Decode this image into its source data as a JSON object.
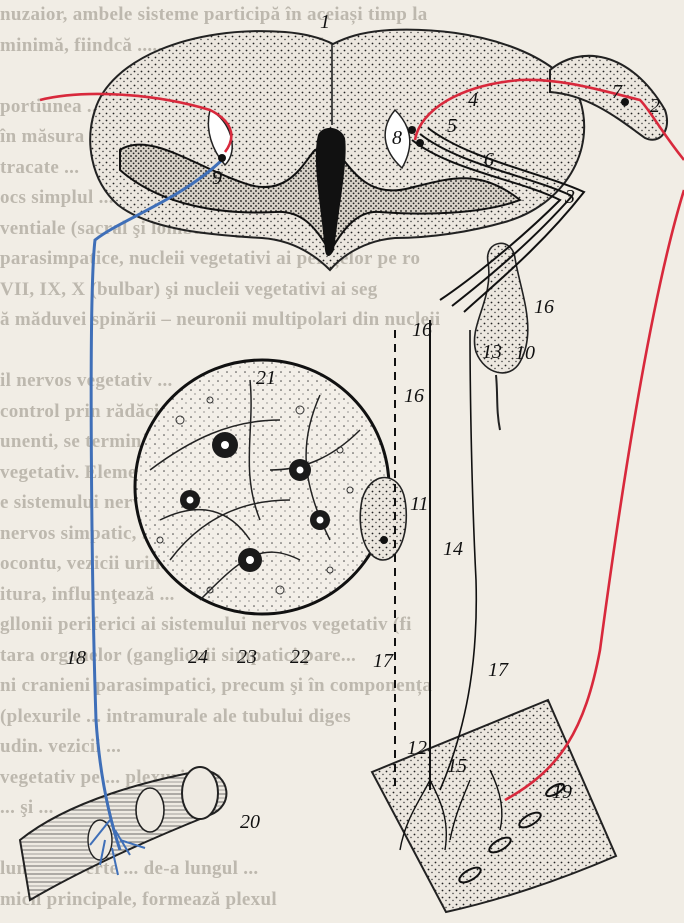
{
  "background_text": [
    "nuzaior, ambele sisteme participă în aceiași timp la",
    "minimă, fiindcă ....................... comanda",
    "",
    "portiunea ................................",
    "în măsura ...",
    "tracate ...",
    "ocs simplul ...",
    "ventiale (sacral şi lombar superior ale măduvei spina",
    "parasimpatice, nucleii vegetativi ai perețelor pe ro",
    "VII, IX, X (bulbar) şi nucleii vegetativi ai seg",
    "ă măduvei spinării – neuronii multipolari din nucleii",
    "",
    "il nervos vegetativ ...",
    "control prin rădăcinile ...",
    "unenti, se termină ...",
    "vegetativ. Elementele ...",
    "e sistemului nervos ...",
    "nervos simpatic, ...",
    "ocontu, vezicii urinare ...",
    "itura, influenţează ...",
    "gllonii periferici ai sistemului nervos vegetativ (fi",
    "tara organelor (ganglionii simpatici pare...",
    "ni cranieni parasimpatici, precum şi în componența",
    "(plexurile ... intramurale ale tubului diges",
    "udin. vezicii ...",
    "vegetativ pe ... plexuri alte",
    "... şi ...",
    "",
    "lunia preverte ... de-a lungul ...",
    "micii principale, formează plexul"
  ],
  "labels": {
    "n1": "1",
    "n2": "2",
    "n3": "3",
    "n4": "4",
    "n5": "5",
    "n6": "6",
    "n7": "7",
    "n8": "8",
    "n9": "9",
    "n10": "10",
    "n11": "11",
    "n12": "12",
    "n13": "13",
    "n14": "14",
    "n15": "15",
    "n16a": "16",
    "n16b": "16",
    "n16c": "16",
    "n17a": "17",
    "n17b": "17",
    "n18": "18",
    "n19": "19",
    "n20": "20",
    "n21": "21",
    "n22": "22",
    "n23": "23",
    "n24": "24"
  },
  "colors": {
    "afferent": "#d8293c",
    "efferent": "#3f6fb8",
    "cord": "#1a1a1a"
  }
}
